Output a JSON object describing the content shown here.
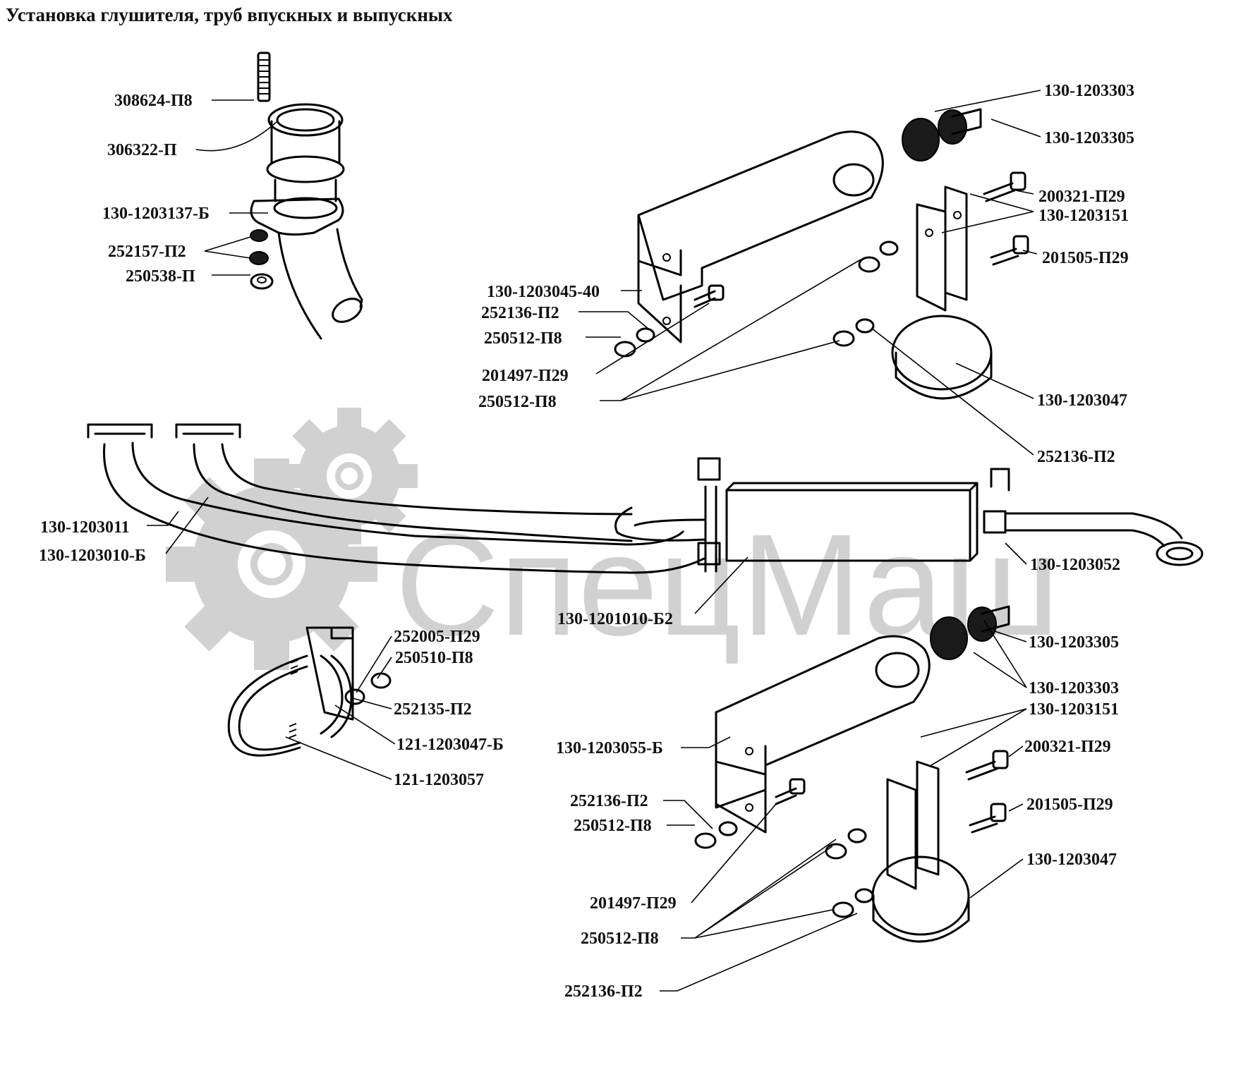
{
  "title": "Установка глушителя, труб впускных и выпускных",
  "watermark": {
    "text": "СпецМаш",
    "color": "#c9c9c9"
  },
  "labels": {
    "l01": "308624-П8",
    "l02": "306322-П",
    "l03": "130-1203137-Б",
    "l04": "252157-П2",
    "l05": "250538-П",
    "l06": "130-1203303",
    "l07": "130-1203305",
    "l08": "200321-П29",
    "l09": "130-1203151",
    "l10": "201505-П29",
    "l11": "130-1203045-40",
    "l12": "252136-П2",
    "l13": "250512-П8",
    "l14": "201497-П29",
    "l15": "250512-П8",
    "l16": "130-1203047",
    "l17": "252136-П2",
    "l18": "130-1203011",
    "l19": "130-1203010-Б",
    "l20": "130-1203052",
    "l21": "130-1201010-Б2",
    "l22": "252005-П29",
    "l23": "250510-П8",
    "l24": "252135-П2",
    "l25": "121-1203047-Б",
    "l26": "121-1203057",
    "l27": "130-1203305",
    "l28": "130-1203303",
    "l29": "130-1203151",
    "l30": "130-1203055-Б",
    "l31": "200321-П29",
    "l32": "201505-П29",
    "l33": "252136-П2",
    "l34": "250512-П8",
    "l35": "130-1203047",
    "l36": "201497-П29",
    "l37": "250512-П8",
    "l38": "252136-П2"
  }
}
